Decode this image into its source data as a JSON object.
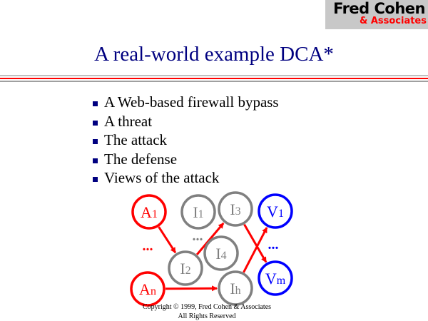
{
  "logo": {
    "line1": "Fred Cohen",
    "line2": "& Associates"
  },
  "title": "A real-world example DCA*",
  "bullets": [
    "A Web-based firewall bypass",
    "A threat",
    "The attack",
    "The defense",
    "Views of the attack"
  ],
  "diagram": {
    "nodes": [
      {
        "id": "A1",
        "main": "A",
        "sub": "1",
        "color": "#ff0000"
      },
      {
        "id": "An",
        "main": "A",
        "sub": "n",
        "color": "#ff0000"
      },
      {
        "id": "I1",
        "main": "I",
        "sub": "1",
        "color": "#808080"
      },
      {
        "id": "I2",
        "main": "I",
        "sub": "2",
        "color": "#808080"
      },
      {
        "id": "I3",
        "main": "I",
        "sub": "3",
        "color": "#808080"
      },
      {
        "id": "I4",
        "main": "I",
        "sub": "4",
        "color": "#808080"
      },
      {
        "id": "Ih",
        "main": "I",
        "sub": "h",
        "color": "#808080"
      },
      {
        "id": "V1",
        "main": "V",
        "sub": "1",
        "color": "#0000ff"
      },
      {
        "id": "Vm",
        "main": "V",
        "sub": "m",
        "color": "#0000ff"
      }
    ],
    "edges": [
      [
        "A1",
        "I2"
      ],
      [
        "I2",
        "I3"
      ],
      [
        "I3",
        "Vm"
      ],
      [
        "Ih",
        "V1"
      ],
      [
        "An",
        "Ih"
      ]
    ],
    "ellipsis": "...",
    "edge_color": "#ff0000"
  },
  "copyright": {
    "line1": "Copyright © 1999, Fred Cohen & Associates",
    "line2": "All Rights Reserved"
  }
}
